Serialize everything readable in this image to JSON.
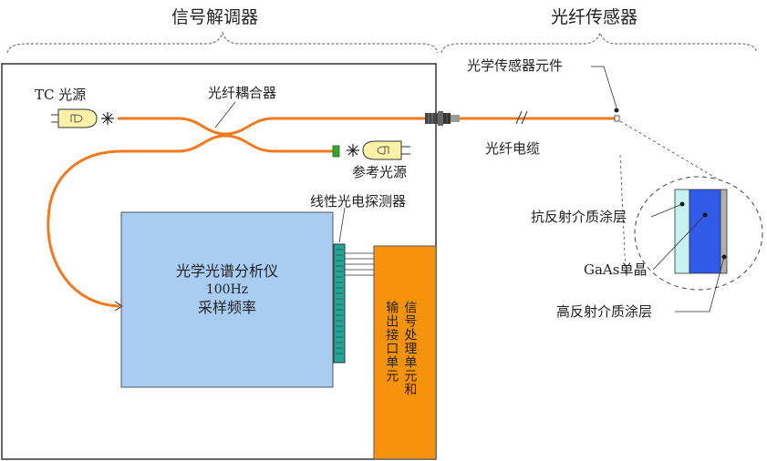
{
  "headers": {
    "demodulator": "信号解调器",
    "sensor": "光纤传感器"
  },
  "labels": {
    "tc_source": "TC 光源",
    "coupler": "光纤耦合器",
    "ref_source": "参考光源",
    "detector": "线性光电探测器",
    "sensor_element": "光学传感器元件",
    "cable": "光纤电缆",
    "ar_coating": "抗反射介质涂层",
    "gaas": "GaAs单晶",
    "hr_coating": "高反射介质涂层"
  },
  "analyzer": {
    "line1": "光学光谱分析仪",
    "line2": "100Hz",
    "line3": "采样频率"
  },
  "processor": {
    "col1": "信号处理单元和",
    "col2": "输出接口单元"
  },
  "colors": {
    "fiber": "#f07a20",
    "analyzer_fill": "#a9cdf2",
    "processor_fill": "#f7920c",
    "detector_fill": "#23a59a",
    "gaas_fill": "#2f5be8",
    "ar_fill": "#c8f0ef",
    "source_fill": "#fbf2a8",
    "ref_marker": "#2ea82e"
  }
}
